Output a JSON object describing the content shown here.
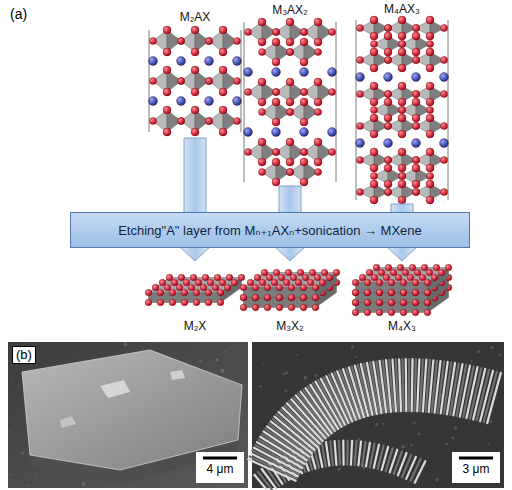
{
  "diagram": {
    "nodes": [
      {
        "text": [
          "M₂AX"
        ]
      },
      {
        "text": [
          "M₃AX₂"
        ]
      },
      {
        "text": [
          "M₄AX₃"
        ]
      },
      {
        "text": [
          "Etching\"A\" layer from Mₙ₊₁AXₙ+sonication → MXene"
        ]
      },
      {
        "text": [
          "M₂X"
        ]
      },
      {
        "text": [
          "M₃X₂"
        ]
      },
      {
        "text": [
          "M₄X₃"
        ]
      }
    ],
    "edges": [
      {
        "from": 0,
        "to": 4,
        "arrow": "to"
      },
      {
        "from": 1,
        "to": 5,
        "arrow": "to"
      },
      {
        "from": 2,
        "to": 6,
        "arrow": "to"
      }
    ],
    "labels": [
      "(a)",
      "(b)",
      "4 μm",
      "3 μm"
    ]
  }
}
